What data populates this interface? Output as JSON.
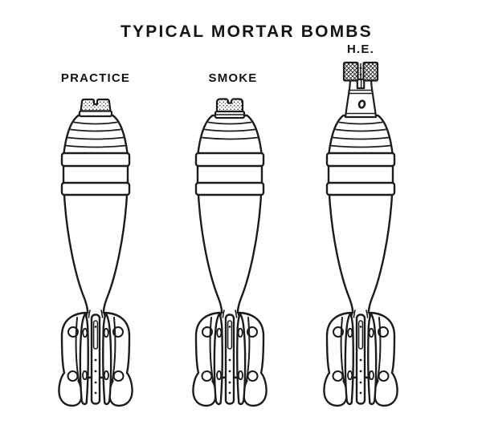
{
  "figure": {
    "title": "TYPICAL MORTAR BOMBS",
    "bombs": [
      {
        "id": "practice",
        "label": "PRACTICE"
      },
      {
        "id": "smoke",
        "label": "SMOKE"
      },
      {
        "id": "he",
        "label": "H.E."
      }
    ]
  },
  "colors": {
    "ink": "#1c1c1c",
    "paper": "#ffffff"
  }
}
